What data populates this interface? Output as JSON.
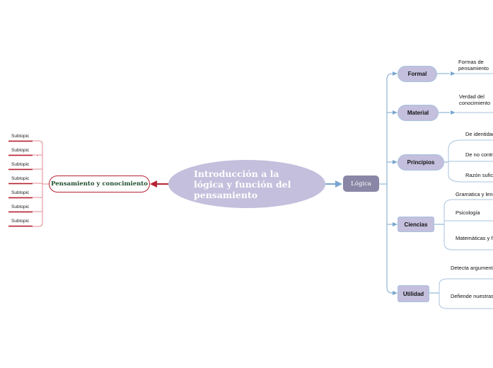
{
  "central": {
    "title": "Introducción a la lógica y función del pensamiento"
  },
  "left_branch": {
    "label": "Pensamiento y conocimiento",
    "subtopics": [
      "Subtopic",
      "Subtopic",
      "Subtopic",
      "Subtopic",
      "Subtopic",
      "Subtopic",
      "Subtopic"
    ]
  },
  "right_branch": {
    "label": "Lógica",
    "children": [
      {
        "label": "Formal",
        "items": [
          "Formas de pensamiento"
        ]
      },
      {
        "label": "Material",
        "items": [
          "Verdad del conocimiento"
        ]
      },
      {
        "label": "Principios",
        "items": [
          "De identidad",
          "De no contradicción",
          "Razón suficiente"
        ]
      },
      {
        "label": "Ciencias",
        "items": [
          "Gramatica y lenguaje",
          "Psicología",
          "Matemáticas y física"
        ]
      },
      {
        "label": "Utilidad",
        "items": [
          "Detecta argumentos",
          "Defiende nuestras ideas"
        ]
      }
    ]
  },
  "colors": {
    "central_fill": "#c3bfdc",
    "left_accent": "#b62232",
    "right_accent": "#7aa7cf",
    "logica_fill": "#8a86a6"
  }
}
